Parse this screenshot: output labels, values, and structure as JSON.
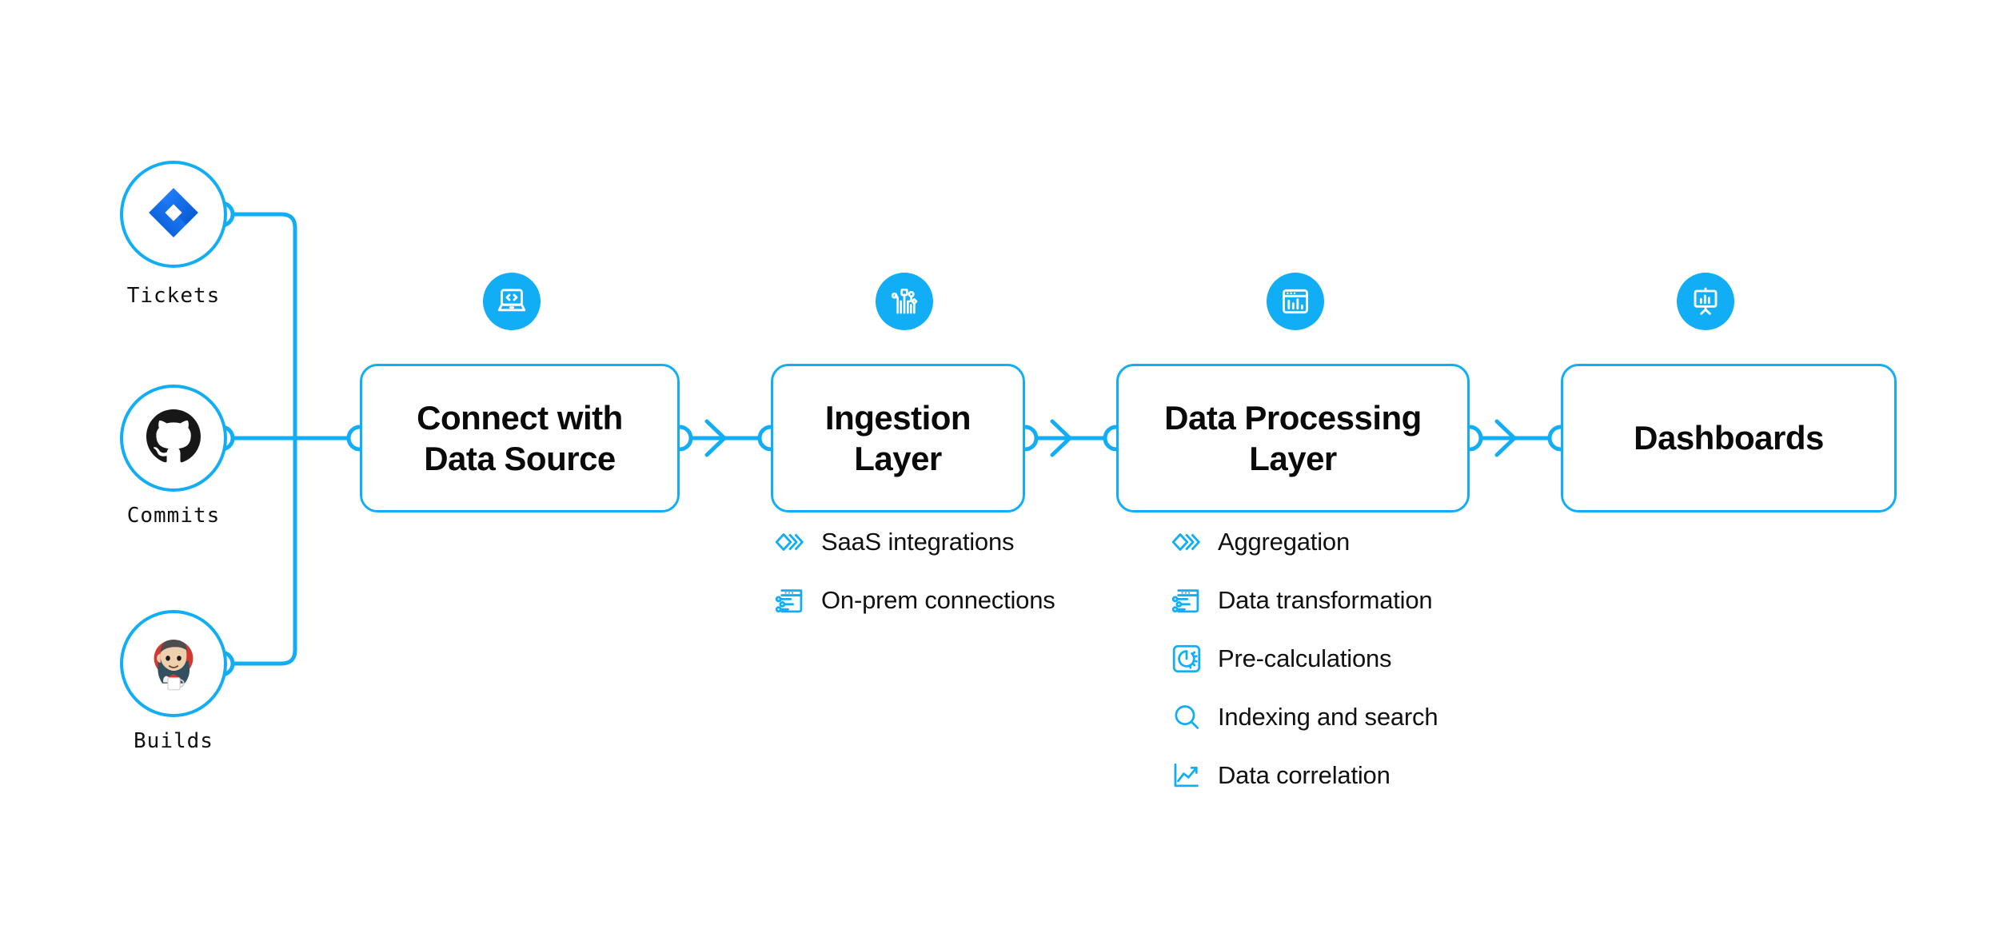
{
  "theme": {
    "accent": "#12AEF5",
    "node_stroke": "#12AEF5",
    "text": "#0a0a0a",
    "background": "#ffffff",
    "jira_blue": "#2684FF",
    "github_black": "#181717",
    "jenkins_red": "#D33833"
  },
  "sources": [
    {
      "id": "tickets",
      "label": "Tickets",
      "icon": "jira-icon"
    },
    {
      "id": "commits",
      "label": "Commits",
      "icon": "github-icon"
    },
    {
      "id": "builds",
      "label": "Builds",
      "icon": "jenkins-icon"
    }
  ],
  "stages": [
    {
      "id": "connect",
      "title_line1": "Connect with",
      "title_line2": "Data Source",
      "icon": "laptop-code-icon",
      "features": []
    },
    {
      "id": "ingestion",
      "title_line1": "Ingestion",
      "title_line2": "Layer",
      "icon": "circuit-network-icon",
      "features": [
        {
          "label": "SaaS integrations",
          "icon": "layers-icon"
        },
        {
          "label": "On-prem connections",
          "icon": "server-window-icon"
        }
      ]
    },
    {
      "id": "processing",
      "title_line1": "Data Processing",
      "title_line2": "Layer",
      "icon": "chart-window-icon",
      "features": [
        {
          "label": "Aggregation",
          "icon": "layers-icon"
        },
        {
          "label": "Data transformation",
          "icon": "server-window-icon"
        },
        {
          "label": "Pre-calculations",
          "icon": "gauge-icon"
        },
        {
          "label": "Indexing and search",
          "icon": "search-icon"
        },
        {
          "label": "Data correlation",
          "icon": "line-chart-icon"
        }
      ]
    },
    {
      "id": "dashboards",
      "title_line1": "Dashboards",
      "title_line2": "",
      "icon": "presentation-chart-icon",
      "features": []
    }
  ],
  "connectors": {
    "arrow_count": 3,
    "port_count": 8,
    "description": "sources merge on a vertical trunk into stage 1; stages chained left to right with arrowheads"
  }
}
